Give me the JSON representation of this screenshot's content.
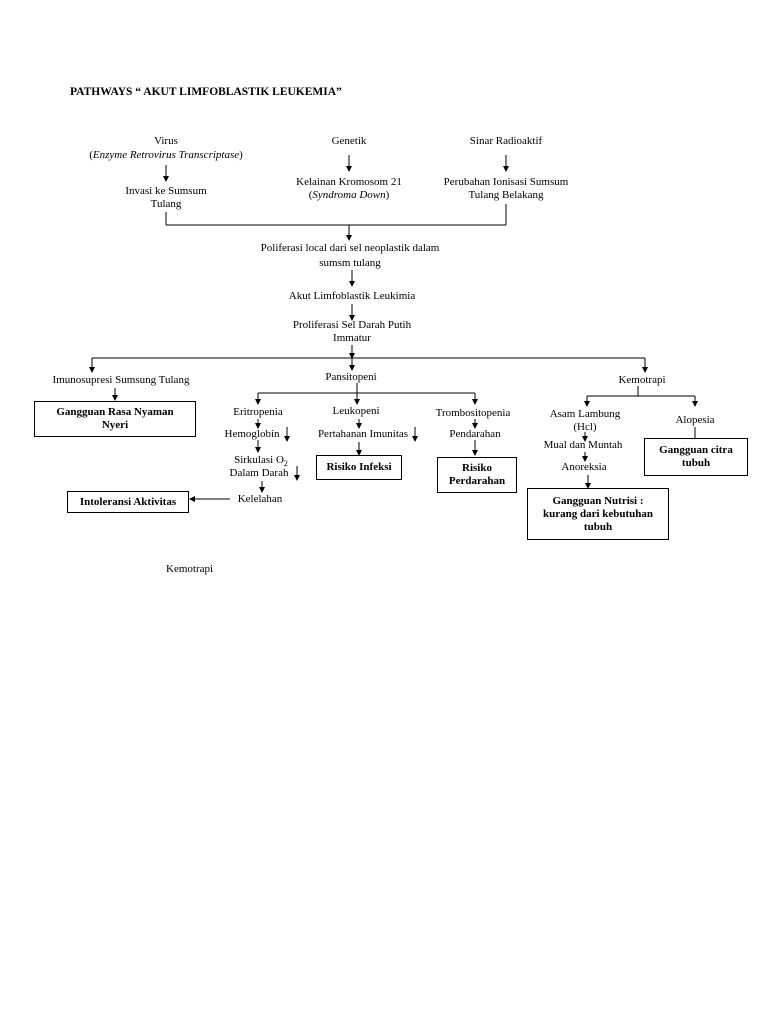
{
  "title": "PATHWAYS “ AKUT LIMFOBLASTIK LEUKEMIA”",
  "causes": {
    "virus": "Virus",
    "virus_sub_open": "(",
    "virus_sub": "Enzyme Retrovirus Transcriptase",
    "virus_sub_close": ")",
    "virus_result_1": "Invasi ke Sumsum",
    "virus_result_2": "Tulang",
    "genetik": "Genetik",
    "genetik_result_1": "Kelainan Kromosom 21",
    "genetik_result_2_open": "(",
    "genetik_result_2": "Syndroma Down",
    "genetik_result_2_close": ")",
    "sinar": "Sinar Radioaktif",
    "sinar_result_1": "Perubahan Ionisasi Sumsum",
    "sinar_result_2": "Tulang Belakang"
  },
  "main_chain": {
    "proliferasi_1": "Poliferasi local dari sel neoplastik dalam",
    "proliferasi_2": "sumsm tulang",
    "akut": "Akut Limfoblastik Leukimia",
    "proliferasi_sel_1": "Proliferasi Sel Darah Putih",
    "proliferasi_sel_2": "Immatur"
  },
  "branches": {
    "imunosupresi": "Imunosupresi Sumsung Tulang",
    "pansitopeni": "Pansitopeni",
    "kemotrapi": "Kemotrapi"
  },
  "pansitopeni_children": {
    "eritropenia": "Eritropenia",
    "hemoglobin": "Hemoglobin",
    "sirkulasi": "Sirkulasi O",
    "sirkulasi_sub": "2",
    "dalam_darah": "Dalam Darah",
    "kelelahan": "Kelelahan",
    "leukopeni": "Leukopeni",
    "pertahanan": "Pertahanan Imunitas",
    "trombositopenia": "Trombositopenia",
    "pendarahan": "Pendarahan"
  },
  "kemotrapi_children": {
    "asam_1": "Asam Lambung",
    "asam_2": "(Hcl)",
    "mual": "Mual dan Muntah",
    "anoreksia": "Anoreksia",
    "alopesia": "Alopesia"
  },
  "diagnoses": {
    "nyeri": "Gangguan Rasa Nyaman\nNyeri",
    "intoleransi": "Intoleransi Aktivitas",
    "infeksi": "Risiko Infeksi",
    "perdarahan": "Risiko\nPerdarahan",
    "nutrisi": "Gangguan Nutrisi :\nkurang dari kebutuhan\ntubuh",
    "citra": "Gangguan citra\ntubuh"
  },
  "footer": "Kemotrapi"
}
